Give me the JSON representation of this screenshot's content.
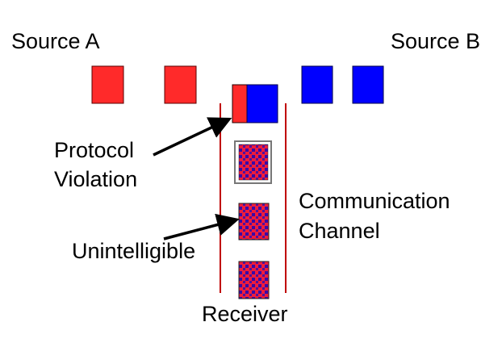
{
  "labels": {
    "source_a": "Source A",
    "source_b": "Source B",
    "protocol_violation_line1": "Protocol",
    "protocol_violation_line2": "Violation",
    "unintelligible": "Unintelligible",
    "communication_channel_line1": "Communication",
    "communication_channel_line2": "Channel",
    "receiver": "Receiver"
  },
  "colors": {
    "source_a": "#ff2a2a",
    "source_b": "#0000ff",
    "channel_line": "#c00000",
    "noise_red": "#ee1c3c",
    "noise_blue": "#3a0aa8",
    "arrow": "#000000"
  },
  "packets": {
    "source_a_count": 2,
    "source_b_count": 2,
    "collided_count": 1,
    "garbled_count": 3
  }
}
